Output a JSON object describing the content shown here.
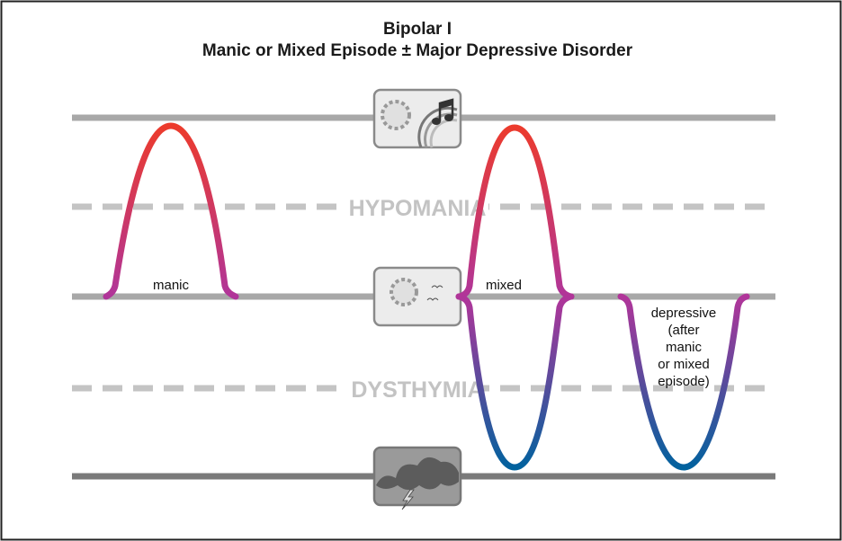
{
  "title": {
    "line1": "Bipolar I",
    "line2": "Manic or Mixed Episode +/_ Major Depressive Disorder"
  },
  "zones": {
    "upper": "HYPOMANIA",
    "lower": "DYSTHYMIA"
  },
  "episodes": {
    "manic": "manic",
    "mixed": "mixed",
    "depressive": [
      "depressive",
      "(after",
      "manic",
      "or mixed",
      "episode)"
    ]
  },
  "icons": {
    "top": "sun-rainbow-music-icon",
    "middle": "sun-birds-icon",
    "bottom": "storm-cloud-lightning-icon"
  },
  "colors": {
    "high": "#e8412f",
    "mid": "#b0359a",
    "low": "#00629e",
    "line": "#a8a8a8",
    "bottom_line": "#7a7a7a"
  }
}
